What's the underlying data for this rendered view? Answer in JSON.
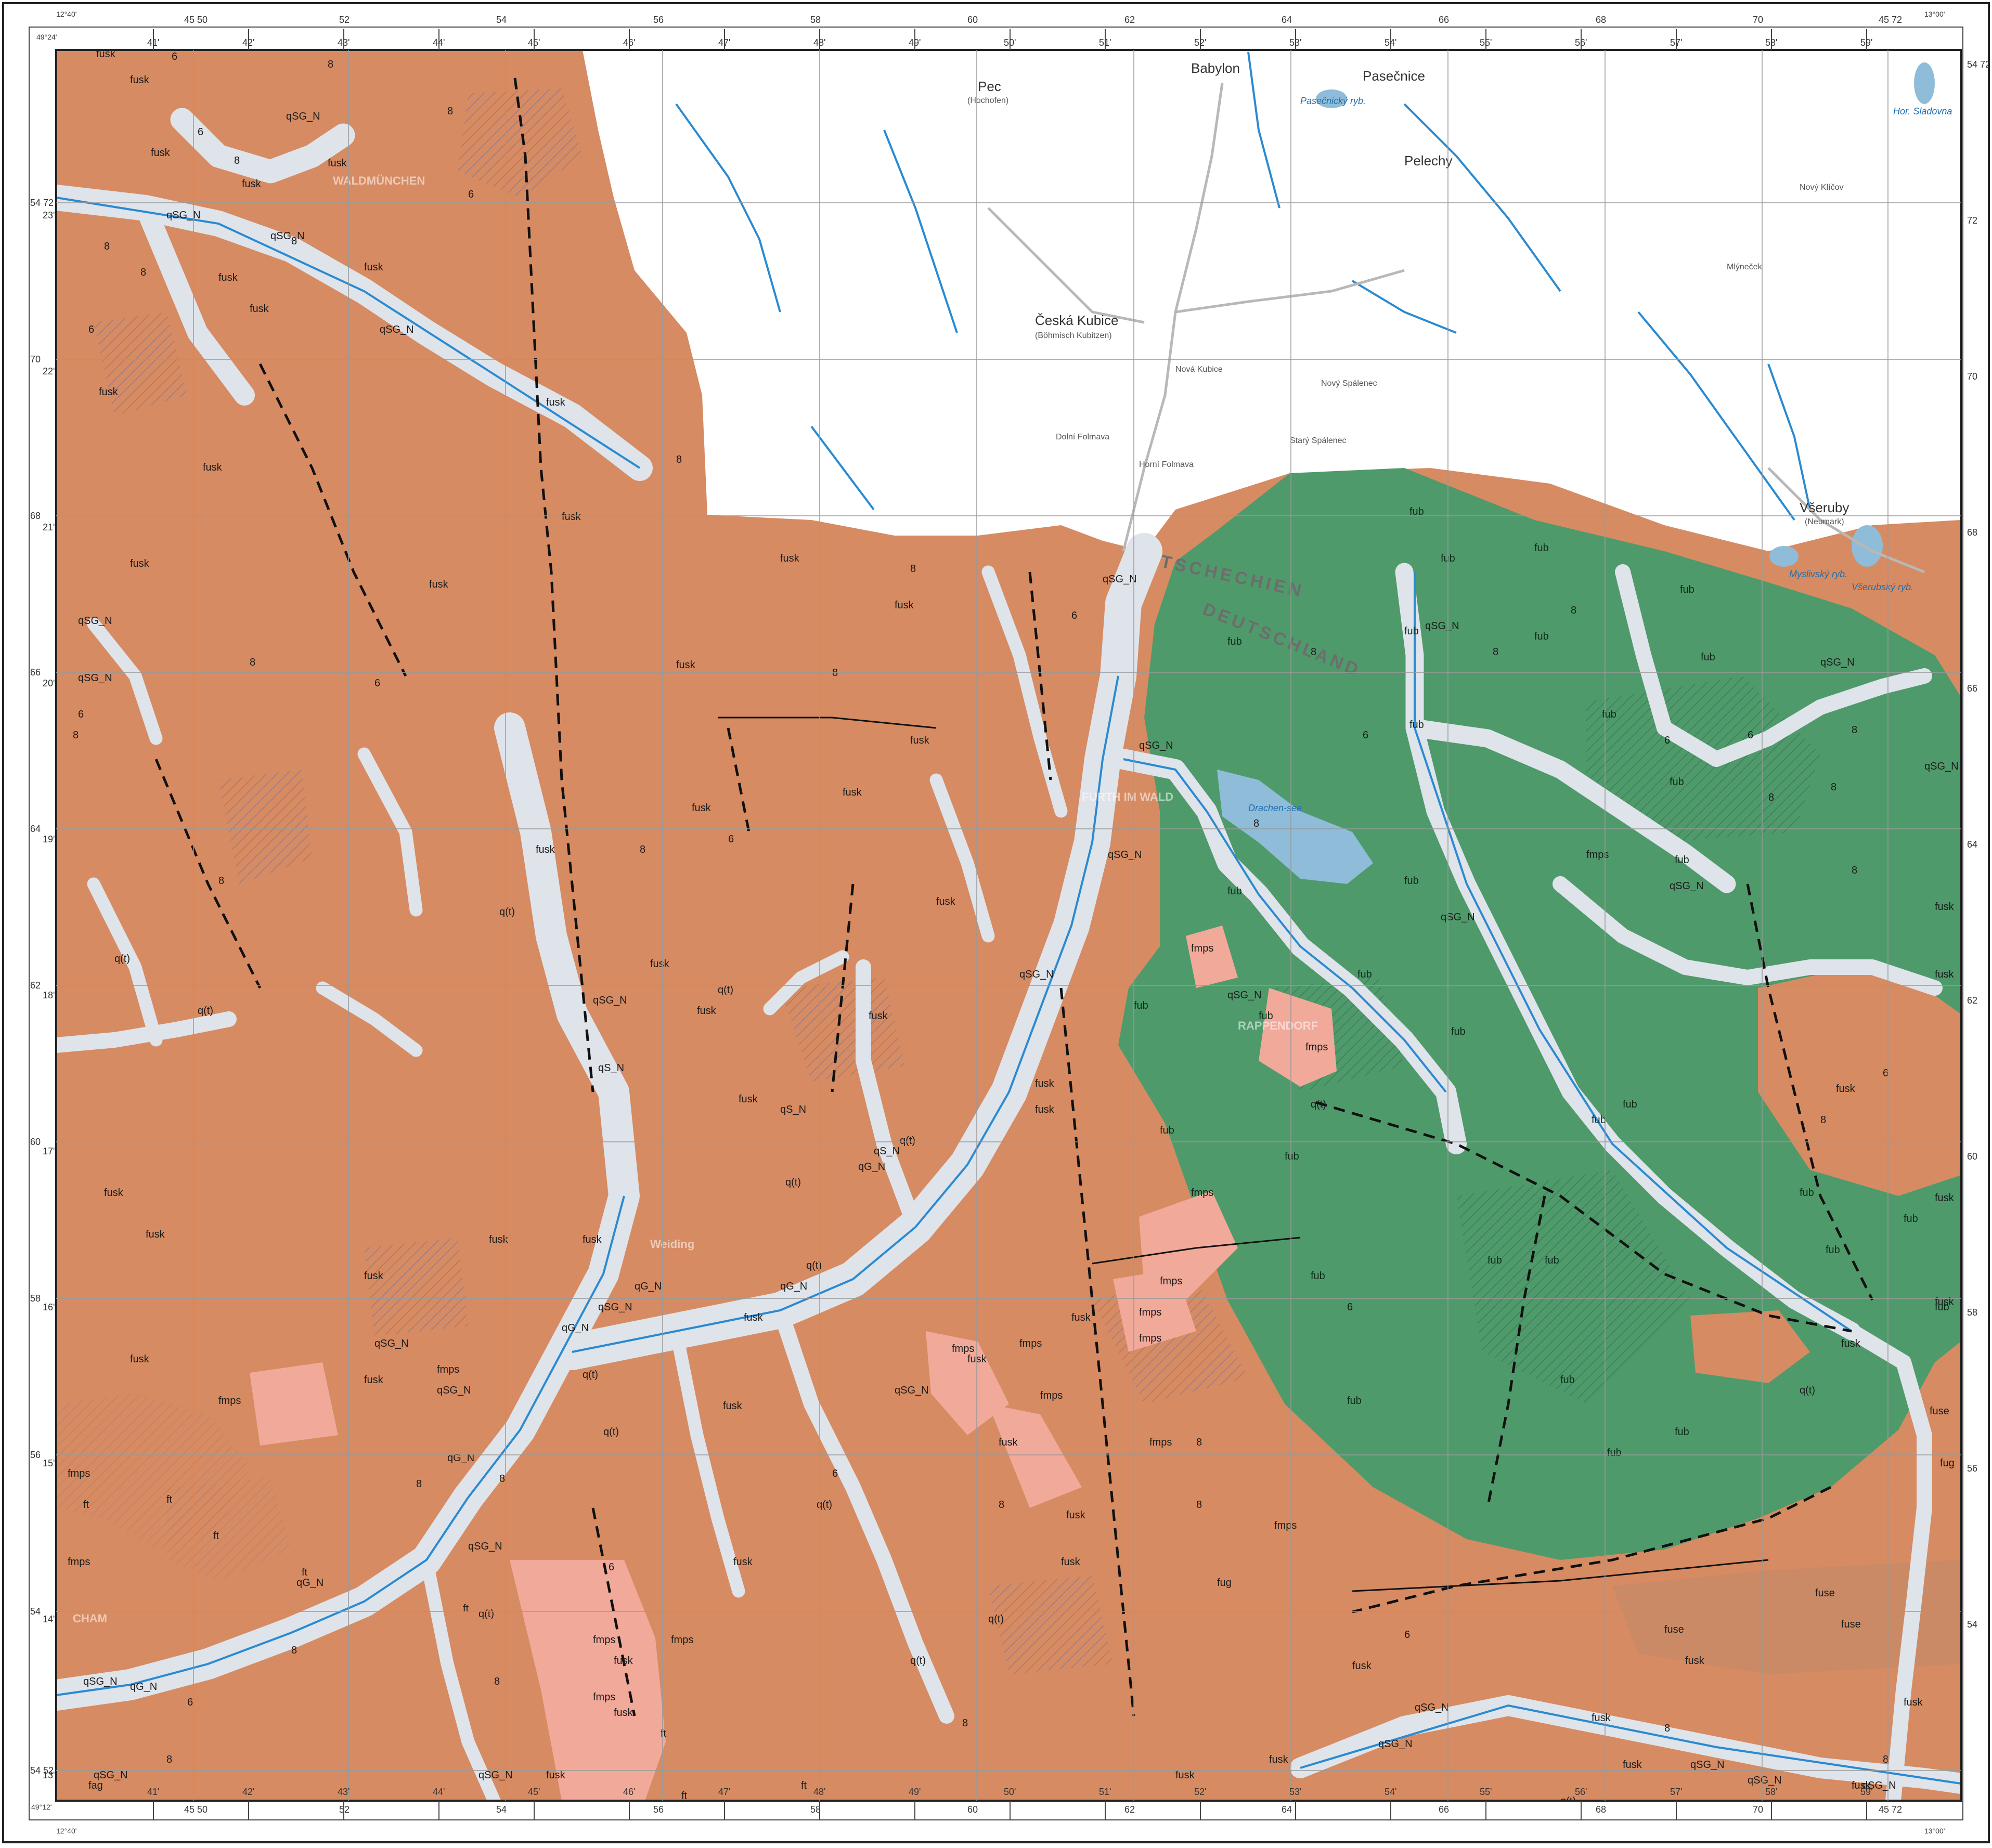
{
  "map": {
    "colors": {
      "fusk": "#d68b62",
      "fub": "#4f9a6b",
      "fmps": "#f1a99a",
      "quaternary": "#dfe3ea",
      "water": "#2a8ad1",
      "lake": "#8fbcd8",
      "czech_area": "#ffffff",
      "frame": "#222222",
      "grid": "#888888",
      "fault": "#111111"
    },
    "frame": {
      "corner_top_left": "49°24'",
      "corner_top_left_lon": "12°40'",
      "corner_top_right": "13°00'",
      "corner_bottom_left": "49°12'",
      "corner_bottom_left_lon": "12°40'",
      "corner_bottom_right": "13°00'",
      "top_ticks_grid": [
        "45 50",
        "52",
        "54",
        "56",
        "58",
        "60",
        "62",
        "64",
        "66",
        "68",
        "70",
        "45 72"
      ],
      "top_ticks_minutes": [
        "41'",
        "42'",
        "43'",
        "44'",
        "45'",
        "46'",
        "47'",
        "48'",
        "49'",
        "50'",
        "51'",
        "52'",
        "53'",
        "54'",
        "55'",
        "56'",
        "57'",
        "58'",
        "59'"
      ],
      "bottom_ticks_grid": [
        "45 50",
        "52",
        "54",
        "56",
        "58",
        "60",
        "62",
        "64",
        "66",
        "68",
        "70",
        "45 72"
      ],
      "bottom_ticks_minutes": [
        "41'",
        "42'",
        "43'",
        "44'",
        "45'",
        "46'",
        "47'",
        "48'",
        "49'",
        "50'",
        "51'",
        "52'",
        "53'",
        "54'",
        "55'",
        "56'",
        "57'",
        "58'",
        "59'"
      ],
      "left_ticks_grid": [
        "54 72",
        "70",
        "68",
        "66",
        "64",
        "62",
        "60",
        "58",
        "56",
        "54",
        "54 52"
      ],
      "left_ticks_minutes": [
        "23'",
        "22'",
        "21'",
        "20'",
        "19'",
        "18'",
        "17'",
        "16'",
        "15'",
        "14'",
        "13'"
      ],
      "right_ticks_grid": [
        "54 72",
        "72",
        "70",
        "68",
        "66",
        "64",
        "62",
        "60",
        "58",
        "56",
        "54"
      ]
    },
    "places": {
      "waldmuenchen": "WALDMÜNCHEN",
      "furth": "FURTH IM WALD",
      "cham": "CHAM",
      "tschechien": "TSCHECHIEN",
      "deutschland": "DEUTSCHLAND",
      "weiding": "Weiding",
      "ceska_kubice": "Česká Kubice",
      "ceska_kubice_de": "(Böhmisch Kubitzen)",
      "pec": "Pec",
      "pec_de": "(Hochofen)",
      "babylon": "Babylon",
      "pasecnice": "Pasečnice",
      "pelechy": "Pelechy",
      "vseruby": "Všeruby",
      "vseruby_de": "(Neumark)",
      "nova_kubice": "Nová Kubice",
      "dolni_folmava": "Dolní Folmava",
      "horni_folmava": "Horní Folmava",
      "stary_spalenec": "Starý Spálenec",
      "novy_spalenec": "Nový Spálenec",
      "mlynec": "Mlýneček",
      "novy_klicov": "Nový Klíčov",
      "drachensee": "Drachen-see",
      "pasecnicky_ryb": "Pasečnický ryb.",
      "myslivsky_ryb": "Myslivský ryb.",
      "vserubsky_ryb": "Všerubský ryb.",
      "hor_sladovna": "Hor. Sladovna",
      "rappendorf": "RAPPENDORF"
    },
    "labels": {
      "fusk": "fusk",
      "fub": "fub",
      "fmps": "fmps",
      "qSG_N": "qSG_N",
      "qG_N": "qG_N",
      "qt": "q(t)",
      "qS_N": "qS_N",
      "ft": "ft",
      "fuse": "fuse",
      "fag": "fag",
      "fug": "fug",
      "six": "6",
      "eight": "8"
    }
  }
}
